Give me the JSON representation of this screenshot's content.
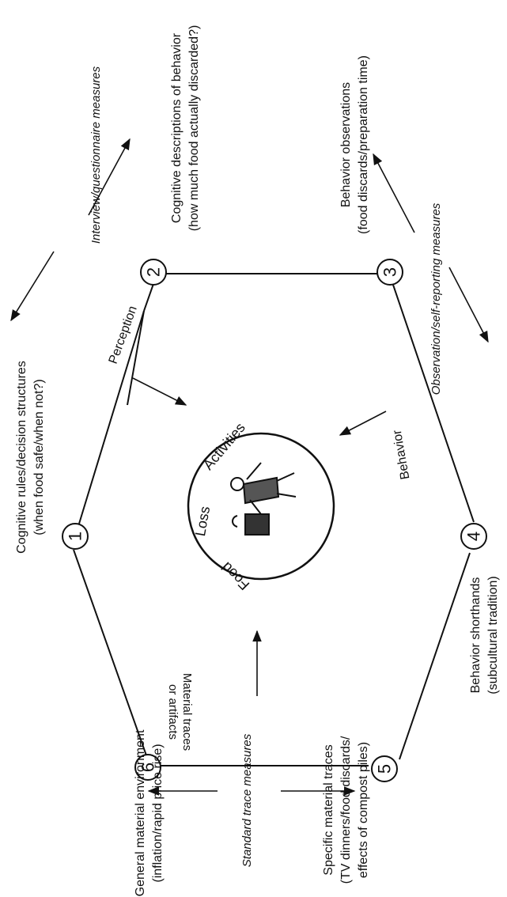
{
  "nodes": [
    {
      "number": "1",
      "line1": "Cognitive rules/decision structures",
      "line2": "(when food safe/when not?)"
    },
    {
      "number": "2",
      "line1": "Cognitive descriptions of behavior",
      "line2": "(how much food actually discarded?)"
    },
    {
      "number": "3",
      "line1": "Behavior observations",
      "line2": "(food discards/preparation time)"
    },
    {
      "number": "4",
      "line1": "Behavior shorthands",
      "line2": "(subcultural tradition)"
    },
    {
      "number": "5",
      "line1": "Specific material traces",
      "line2": "(TV dinners/food discards/",
      "line3": "effects of compost piles)"
    },
    {
      "number": "6",
      "line1": "General material environment",
      "line2": "(inflation/rapid price rise)"
    }
  ],
  "measures": {
    "interview": "Interview/questionnaire measures",
    "observation": "Observation/self-reporting measures",
    "trace": "Standard trace measures"
  },
  "inner": {
    "perception": "Perception",
    "behavior": "Behavior",
    "material_line1": "Material traces",
    "material_line2": "or artifacts"
  },
  "center": {
    "word1": "Food",
    "word2": "Loss",
    "word3": "Activities"
  },
  "colors": {
    "ink": "#111111",
    "background": "#ffffff"
  }
}
